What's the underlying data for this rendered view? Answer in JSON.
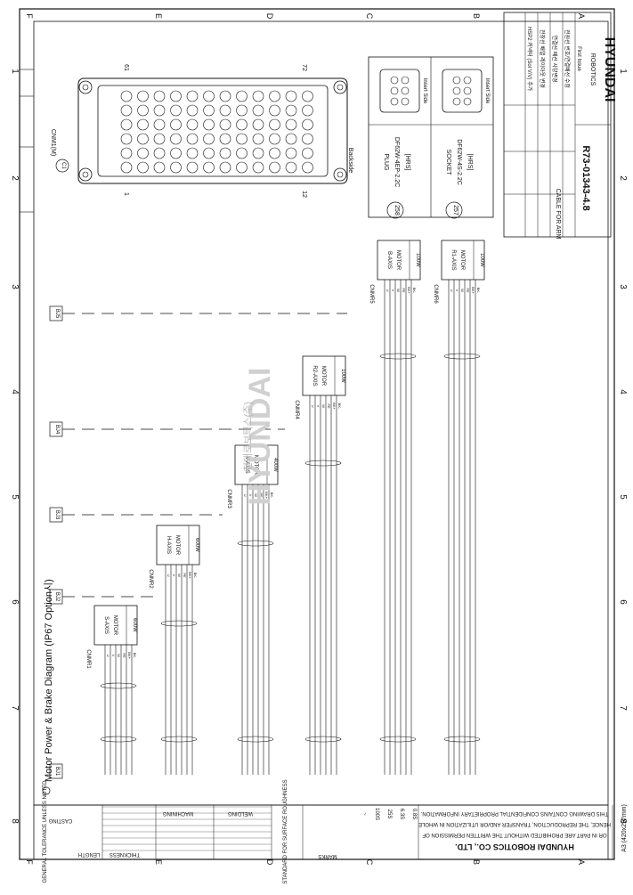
{
  "frame": {
    "col_letters": [
      "F",
      "E",
      "D",
      "C",
      "B",
      "A"
    ],
    "row_numbers": [
      "1",
      "2",
      "3",
      "4",
      "5",
      "6",
      "7",
      "8"
    ]
  },
  "diagram_title": "Motor Power & Brake Diagram (IP67 Option시)",
  "watermark": "HYUNDAI",
  "watermark_sub": "현대로보틱스(주)",
  "company": {
    "logo": "HYUNDAI",
    "logo_sub": "ROBOTICS",
    "name": "HYUNDAI ROBOTICS CO., LTD.",
    "drawing_no": "R73-01343-4.8",
    "cable_title": "CABLE FOR ARM",
    "size_note": "A3 (420x297mm)",
    "confidential": [
      "THIS DRAWING CONTAINS CONFIDENTIAL PROPRIETARY INFORMATION.",
      "HENCE, THE REPRODUCTION, TRANSFER AND/OR UTILIZATION IN WHOLE",
      "OR IN PART ARE PROHIBITED WITHOUT THE WRITTEN PERMISSION OF",
      "HYUNDAI ROBOTICS CO., LTD."
    ]
  },
  "revisions": [
    "HSP2 커넥터 (Sol V/V) 추가",
    "전장선 배열 레이아웃 변경",
    "연결선 배선 사양변경",
    "전원선 번호/연결배선 수정",
    "First Issue"
  ],
  "connectors": {
    "main_id": "CNM1(M)",
    "main_label": "C1",
    "pin_numbers": [
      "61",
      "72",
      "1",
      "12"
    ],
    "side_label": "Backside",
    "plug": {
      "label": "PLUG",
      "part": "DF62W-4EP-2.2C",
      "maker": "[HRS]",
      "callout": "258",
      "side": "Insert Side"
    },
    "socket": {
      "label": "SOCKET",
      "part": "DF62W-4S-2.2C",
      "maker": "[HRS]",
      "callout": "257",
      "side": "Insert Side"
    }
  },
  "bus_labels": [
    "BJ1",
    "BJ2",
    "BJ3",
    "BJ4",
    "BJ5"
  ],
  "motors": [
    {
      "conn": "CNMR1",
      "name": "S-AXIS",
      "type": "MOTOR",
      "watt": "600W"
    },
    {
      "conn": "CNMR2",
      "name": "H-AXIS",
      "type": "MOTOR",
      "watt": "600W"
    },
    {
      "conn": "CNMR3",
      "name": "V-AXIS",
      "type": "MOTOR",
      "watt": "400W"
    },
    {
      "conn": "CNMR4",
      "name": "R2-AXIS",
      "type": "MOTOR",
      "watt": "100W"
    },
    {
      "conn": "CNMR5",
      "name": "B-AXIS",
      "type": "MOTOR",
      "watt": "100W"
    },
    {
      "conn": "CNMR6",
      "name": "R1-AXIS",
      "type": "MOTOR",
      "watt": "100W"
    }
  ],
  "wire_labels": [
    "U",
    "V",
    "W",
    "PE",
    "BK+",
    "BK-"
  ],
  "tolerance": {
    "title": "GENERAL TOLERANCE UNLESS NOTED",
    "casting": "CASTING",
    "length": "LENGTH",
    "thickness": "THICKNESS",
    "machining": "MACHINING",
    "welding": "WELDING"
  },
  "roughness": {
    "title": "STANDARD FOR SURFACE ROUGHNESS",
    "marks": "MARKS",
    "values": [
      "~",
      "100S",
      "25S",
      "6.3S",
      "0.8S"
    ]
  }
}
